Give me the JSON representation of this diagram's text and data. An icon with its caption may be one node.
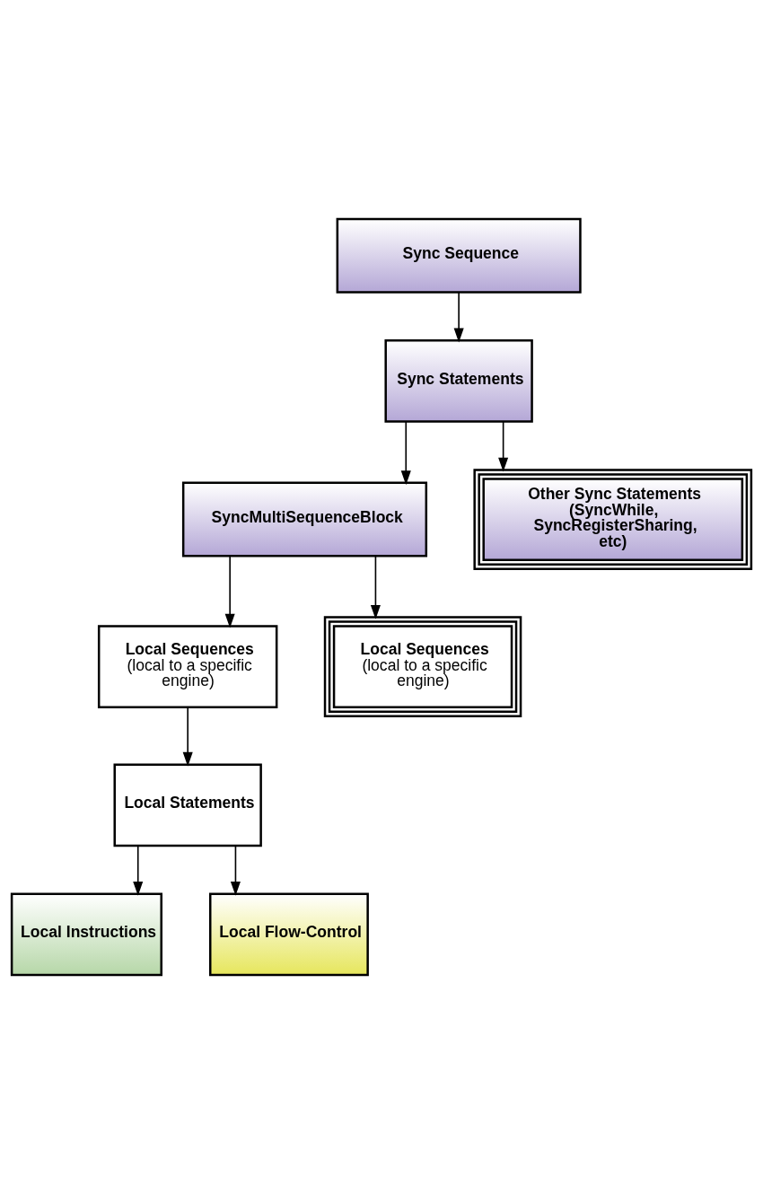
{
  "diagram": {
    "nodes": [
      {
        "text": [
          "Sync Sequence"
        ]
      },
      {
        "text": [
          "Sync Statements"
        ]
      },
      {
        "text": [
          "SyncMultiSequenceBlock"
        ]
      },
      {
        "text": [
          "Other Sync Statements (SyncWhile, SyncRegisterSharing, etc)"
        ]
      },
      {
        "text": [
          "Local Sequences",
          "(local to a specific engine)"
        ]
      },
      {
        "text": [
          "Local Sequences",
          "(local to a specific engine)"
        ]
      },
      {
        "text": [
          "Local Statements"
        ]
      },
      {
        "text": [
          "Local Instructions"
        ]
      },
      {
        "text": [
          "Local Flow-Control"
        ]
      }
    ],
    "edges": [
      {
        "from": 0,
        "to": 1,
        "arrow": "to"
      },
      {
        "from": 1,
        "to": 2,
        "arrow": "to"
      },
      {
        "from": 1,
        "to": 3,
        "arrow": "to"
      },
      {
        "from": 2,
        "to": 4,
        "arrow": "to"
      },
      {
        "from": 2,
        "to": 5,
        "arrow": "to"
      },
      {
        "from": 4,
        "to": 6,
        "arrow": "to"
      },
      {
        "from": 6,
        "to": 7,
        "arrow": "to"
      },
      {
        "from": 6,
        "to": 8,
        "arrow": "to"
      }
    ]
  }
}
